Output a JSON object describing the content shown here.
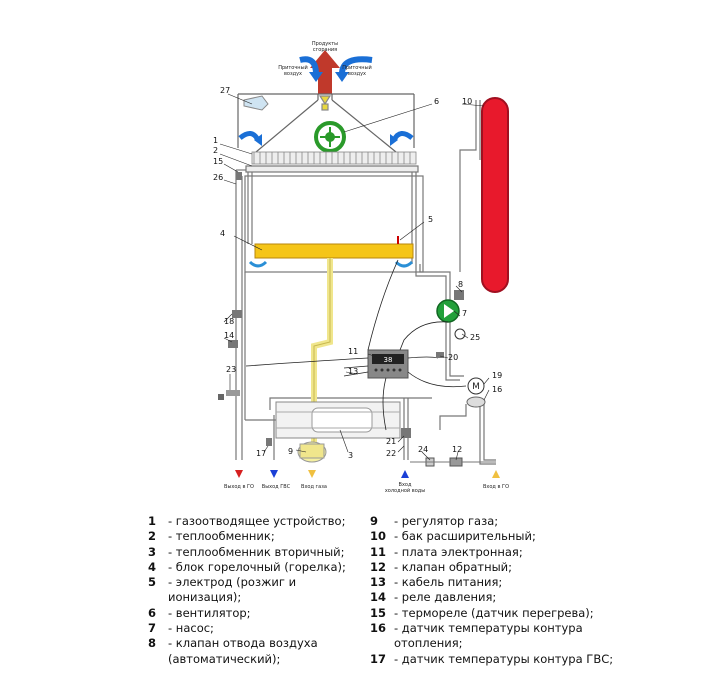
{
  "diagram": {
    "exhaust_label": [
      "Продукты",
      "сгорания"
    ],
    "intake_left_label": [
      "Приточный",
      "воздух"
    ],
    "intake_right_label": [
      "Приточный",
      "воздух"
    ],
    "callouts": {
      "c1": "1",
      "c2": "2",
      "c3": "3",
      "c4": "4",
      "c5": "5",
      "c6": "6",
      "c7": "7",
      "c8": "8",
      "c9": "9",
      "c10": "10",
      "c11": "11",
      "c12": "12",
      "c13": "13",
      "c14": "14",
      "c15": "15",
      "c16": "16",
      "c17": "17",
      "c18": "18",
      "c19": "19",
      "c20": "20",
      "c21": "21",
      "c22": "22",
      "c23": "23",
      "c24": "24",
      "c25": "25",
      "c26": "26",
      "c27": "27"
    },
    "display_value": "38",
    "outlets": {
      "heating_out": "Выход в ГО",
      "dhw_out": "Выход ГВС",
      "gas_in": "Вход газа",
      "cold_water_in": [
        "Вход",
        "холодной воды"
      ],
      "heating_in": "Вход в ГО"
    },
    "colors": {
      "heat_exchanger": "#f0c020",
      "burner": "#f5c518",
      "expansion_tank": "#e8192c",
      "exhaust_arrow": "#c0392b",
      "air_arrow": "#1a6fd6",
      "fan": "#2a9a2a",
      "pump": "#22a03a",
      "gas_pipe": "#f0e68c",
      "outlet_red": "#d62020",
      "outlet_blue": "#1a3fd6",
      "outlet_yellow": "#f0c040"
    }
  },
  "legend": {
    "left": [
      {
        "key": "1",
        "text": "- газоотводящее устройство;"
      },
      {
        "key": "2",
        "text": "- теплообменник;"
      },
      {
        "key": "3",
        "text": "- теплообменник вторичный;"
      },
      {
        "key": "4",
        "text": "- блок горелочный (горелка);"
      },
      {
        "key": "5",
        "text": "- электрод (розжиг и",
        "cont": "ионизация);"
      },
      {
        "key": "6",
        "text": "- вентилятор;"
      },
      {
        "key": "7",
        "text": "- насос;"
      },
      {
        "key": "8",
        "text": "- клапан отвода воздуха",
        "cont": "(автоматический);"
      }
    ],
    "right": [
      {
        "key": "9",
        "text": "- регулятор газа;"
      },
      {
        "key": "10",
        "text": "- бак расширительный;"
      },
      {
        "key": "11",
        "text": "- плата электронная;"
      },
      {
        "key": "12",
        "text": "- клапан обратный;"
      },
      {
        "key": "13",
        "text": "- кабель питания;"
      },
      {
        "key": "14",
        "text": "- реле давления;"
      },
      {
        "key": "15",
        "text": "- термореле (датчик перегрева);"
      },
      {
        "key": "16",
        "text": "- датчик температуры контура",
        "cont": "отопления;"
      },
      {
        "key": "17",
        "text": "- датчик температуры контура ГВС;"
      }
    ]
  }
}
